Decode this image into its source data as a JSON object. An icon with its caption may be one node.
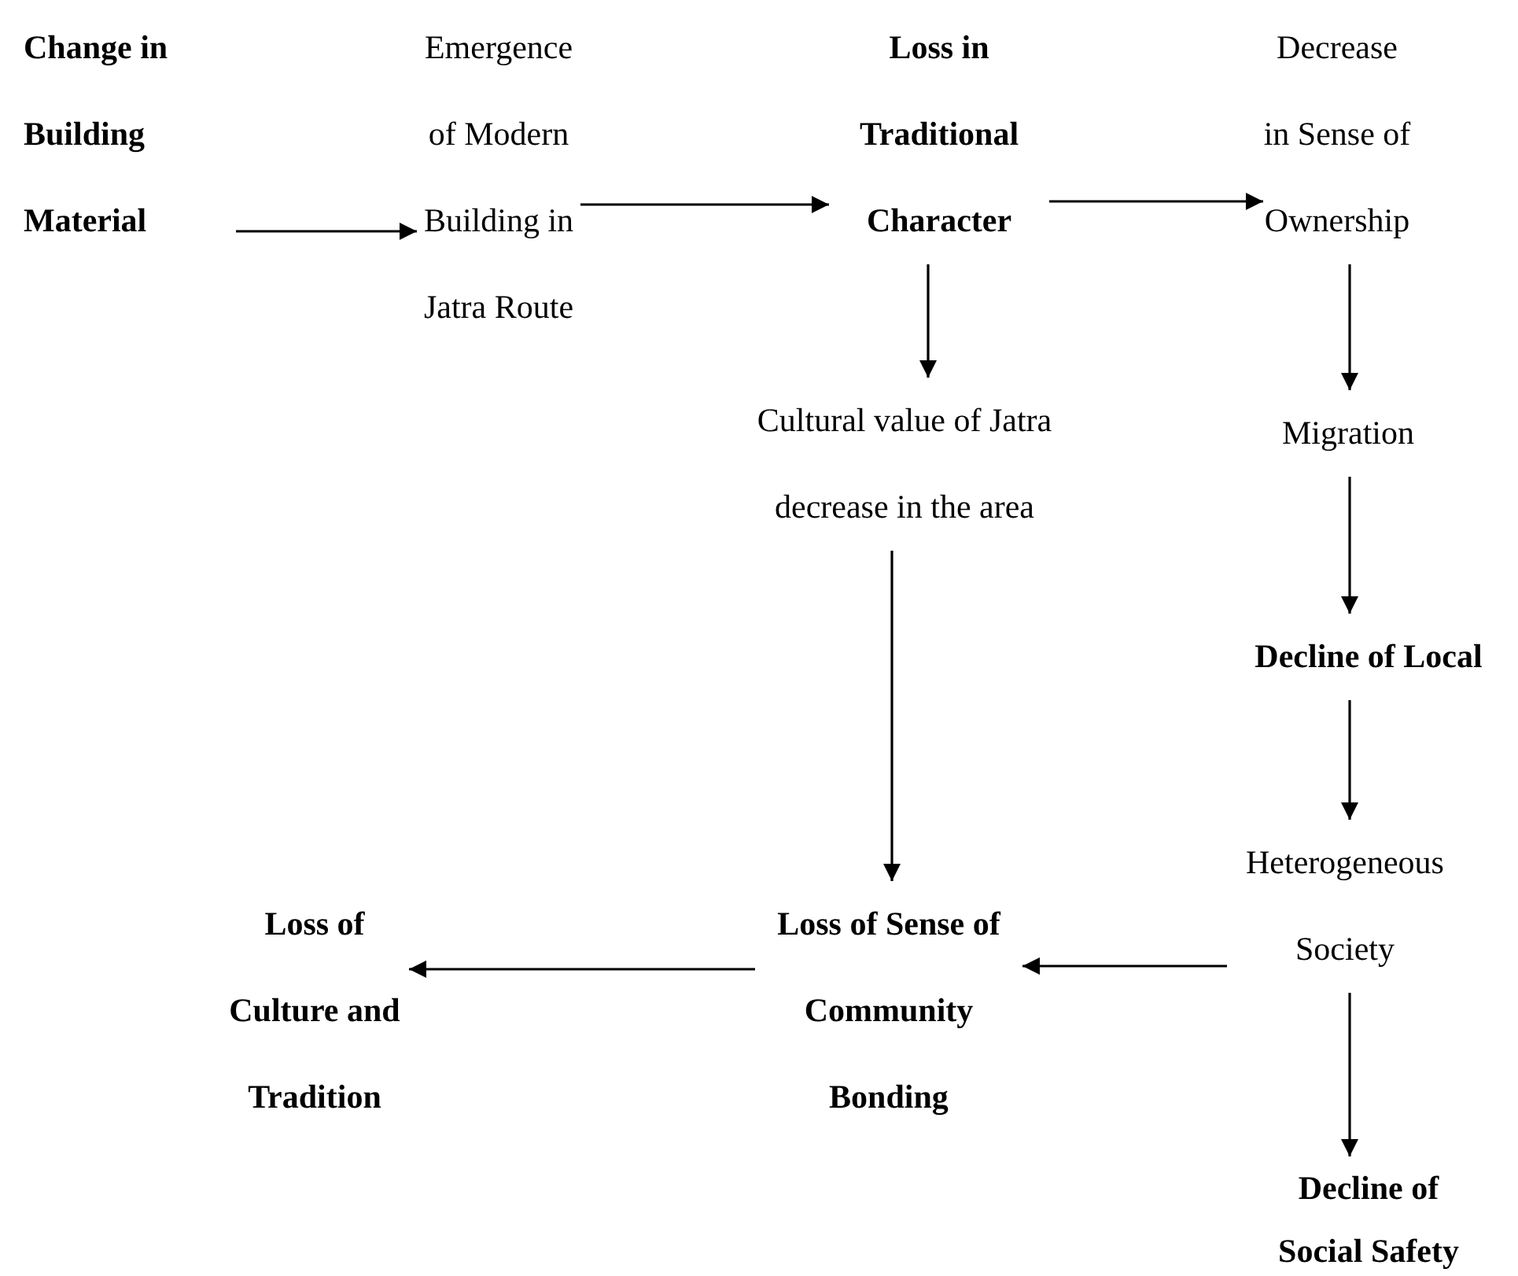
{
  "diagram": {
    "nodes": [
      {
        "text": [
          "Change in Building Material"
        ]
      },
      {
        "text": [
          "Emergence of Modern Building in Jatra Route"
        ]
      },
      {
        "text": [
          "Loss in Traditional Character"
        ]
      },
      {
        "text": [
          "Decrease in Sense of Ownership"
        ]
      },
      {
        "text": [
          "Cultural value of Jatra decrease in the area"
        ]
      },
      {
        "text": [
          "Migration"
        ]
      },
      {
        "text": [
          "Decline of Local"
        ]
      },
      {
        "text": [
          "Heterogeneous Society"
        ]
      },
      {
        "text": [
          "Loss of Sense of Community Bonding"
        ]
      },
      {
        "text": [
          "Loss of Culture and Tradition"
        ]
      },
      {
        "text": [
          "Decline of Social Safety"
        ]
      }
    ],
    "edges": [
      {
        "from": 0,
        "to": 1,
        "arrow": "to"
      },
      {
        "from": 1,
        "to": 2,
        "arrow": "to"
      },
      {
        "from": 2,
        "to": 3,
        "arrow": "to"
      },
      {
        "from": 2,
        "to": 4,
        "arrow": "to"
      },
      {
        "from": 3,
        "to": 5,
        "arrow": "to"
      },
      {
        "from": 5,
        "to": 6,
        "arrow": "to"
      },
      {
        "from": 6,
        "to": 7,
        "arrow": "to"
      },
      {
        "from": 4,
        "to": 8,
        "arrow": "to"
      },
      {
        "from": 7,
        "to": 8,
        "arrow": "to"
      },
      {
        "from": 8,
        "to": 9,
        "arrow": "to"
      },
      {
        "from": 7,
        "to": 10,
        "arrow": "to"
      }
    ]
  }
}
